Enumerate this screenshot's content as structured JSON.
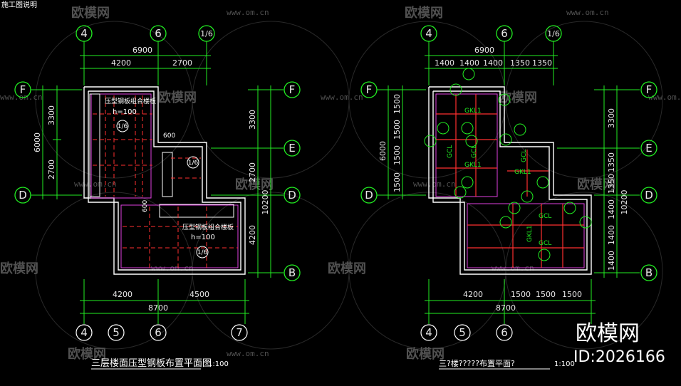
{
  "top_left_fragment": "施工图说明",
  "watermark": {
    "text": "欧模网",
    "url": "www.om.cn"
  },
  "brand": {
    "name": "欧模网",
    "id": "ID:2026166"
  },
  "left_plan": {
    "title": "三层楼面压型钢板布置平面图",
    "scale": "1:100",
    "top_axes": [
      "4",
      "6",
      "1/6"
    ],
    "bottom_axes": [
      "4",
      "5",
      "6",
      "7"
    ],
    "left_axes": [
      "F",
      "D"
    ],
    "right_axes": [
      "F",
      "E",
      "D",
      "B"
    ],
    "dims_top_total": "6900",
    "dims_top_parts": [
      "4200",
      "2700"
    ],
    "dims_left_total": "6000",
    "dims_left_parts": [
      "3300",
      "2700"
    ],
    "dims_right_total": "10200",
    "dims_right_parts": [
      "3300",
      "2700",
      "4200"
    ],
    "dims_bottom_total": "8700",
    "dims_bottom_parts": [
      "4200",
      "4500"
    ],
    "slab_label": "压型钢板组合楼板",
    "slab_thickness": "h=100",
    "detail_ref": "1/6",
    "small_dim_1": "600",
    "small_dim_2": "600"
  },
  "right_plan": {
    "title": "三?楼?????布置平面?",
    "scale": "1:100",
    "top_axes": [
      "4",
      "6",
      "1/6"
    ],
    "bottom_axes": [
      "4",
      "5",
      "6"
    ],
    "left_axes": [
      "F",
      "D"
    ],
    "right_axes": [
      "F",
      "E",
      "D",
      "B"
    ],
    "dims_top_total": "6900",
    "dims_top_parts": [
      "1400",
      "1400",
      "1400",
      "1350",
      "1350"
    ],
    "dims_left_total": "6000",
    "dims_left_parts": [
      "1500",
      "1500",
      "1500",
      "1500"
    ],
    "dims_right_total": "10200",
    "dims_right_parts_upper": [
      "3300",
      "1350",
      "1350"
    ],
    "dims_right_parts_lower": [
      "1400",
      "1400",
      "1400"
    ],
    "dims_bottom_total": "8700",
    "dims_bottom_parts": [
      "4200",
      "1500",
      "1500",
      "1500"
    ],
    "beam_labels": [
      "GKL1",
      "GCL",
      "GCL",
      "GKL1",
      "GCL",
      "GCL",
      "GKL1",
      "GKL1",
      "GCL"
    ],
    "bubble_label": "1/6"
  }
}
